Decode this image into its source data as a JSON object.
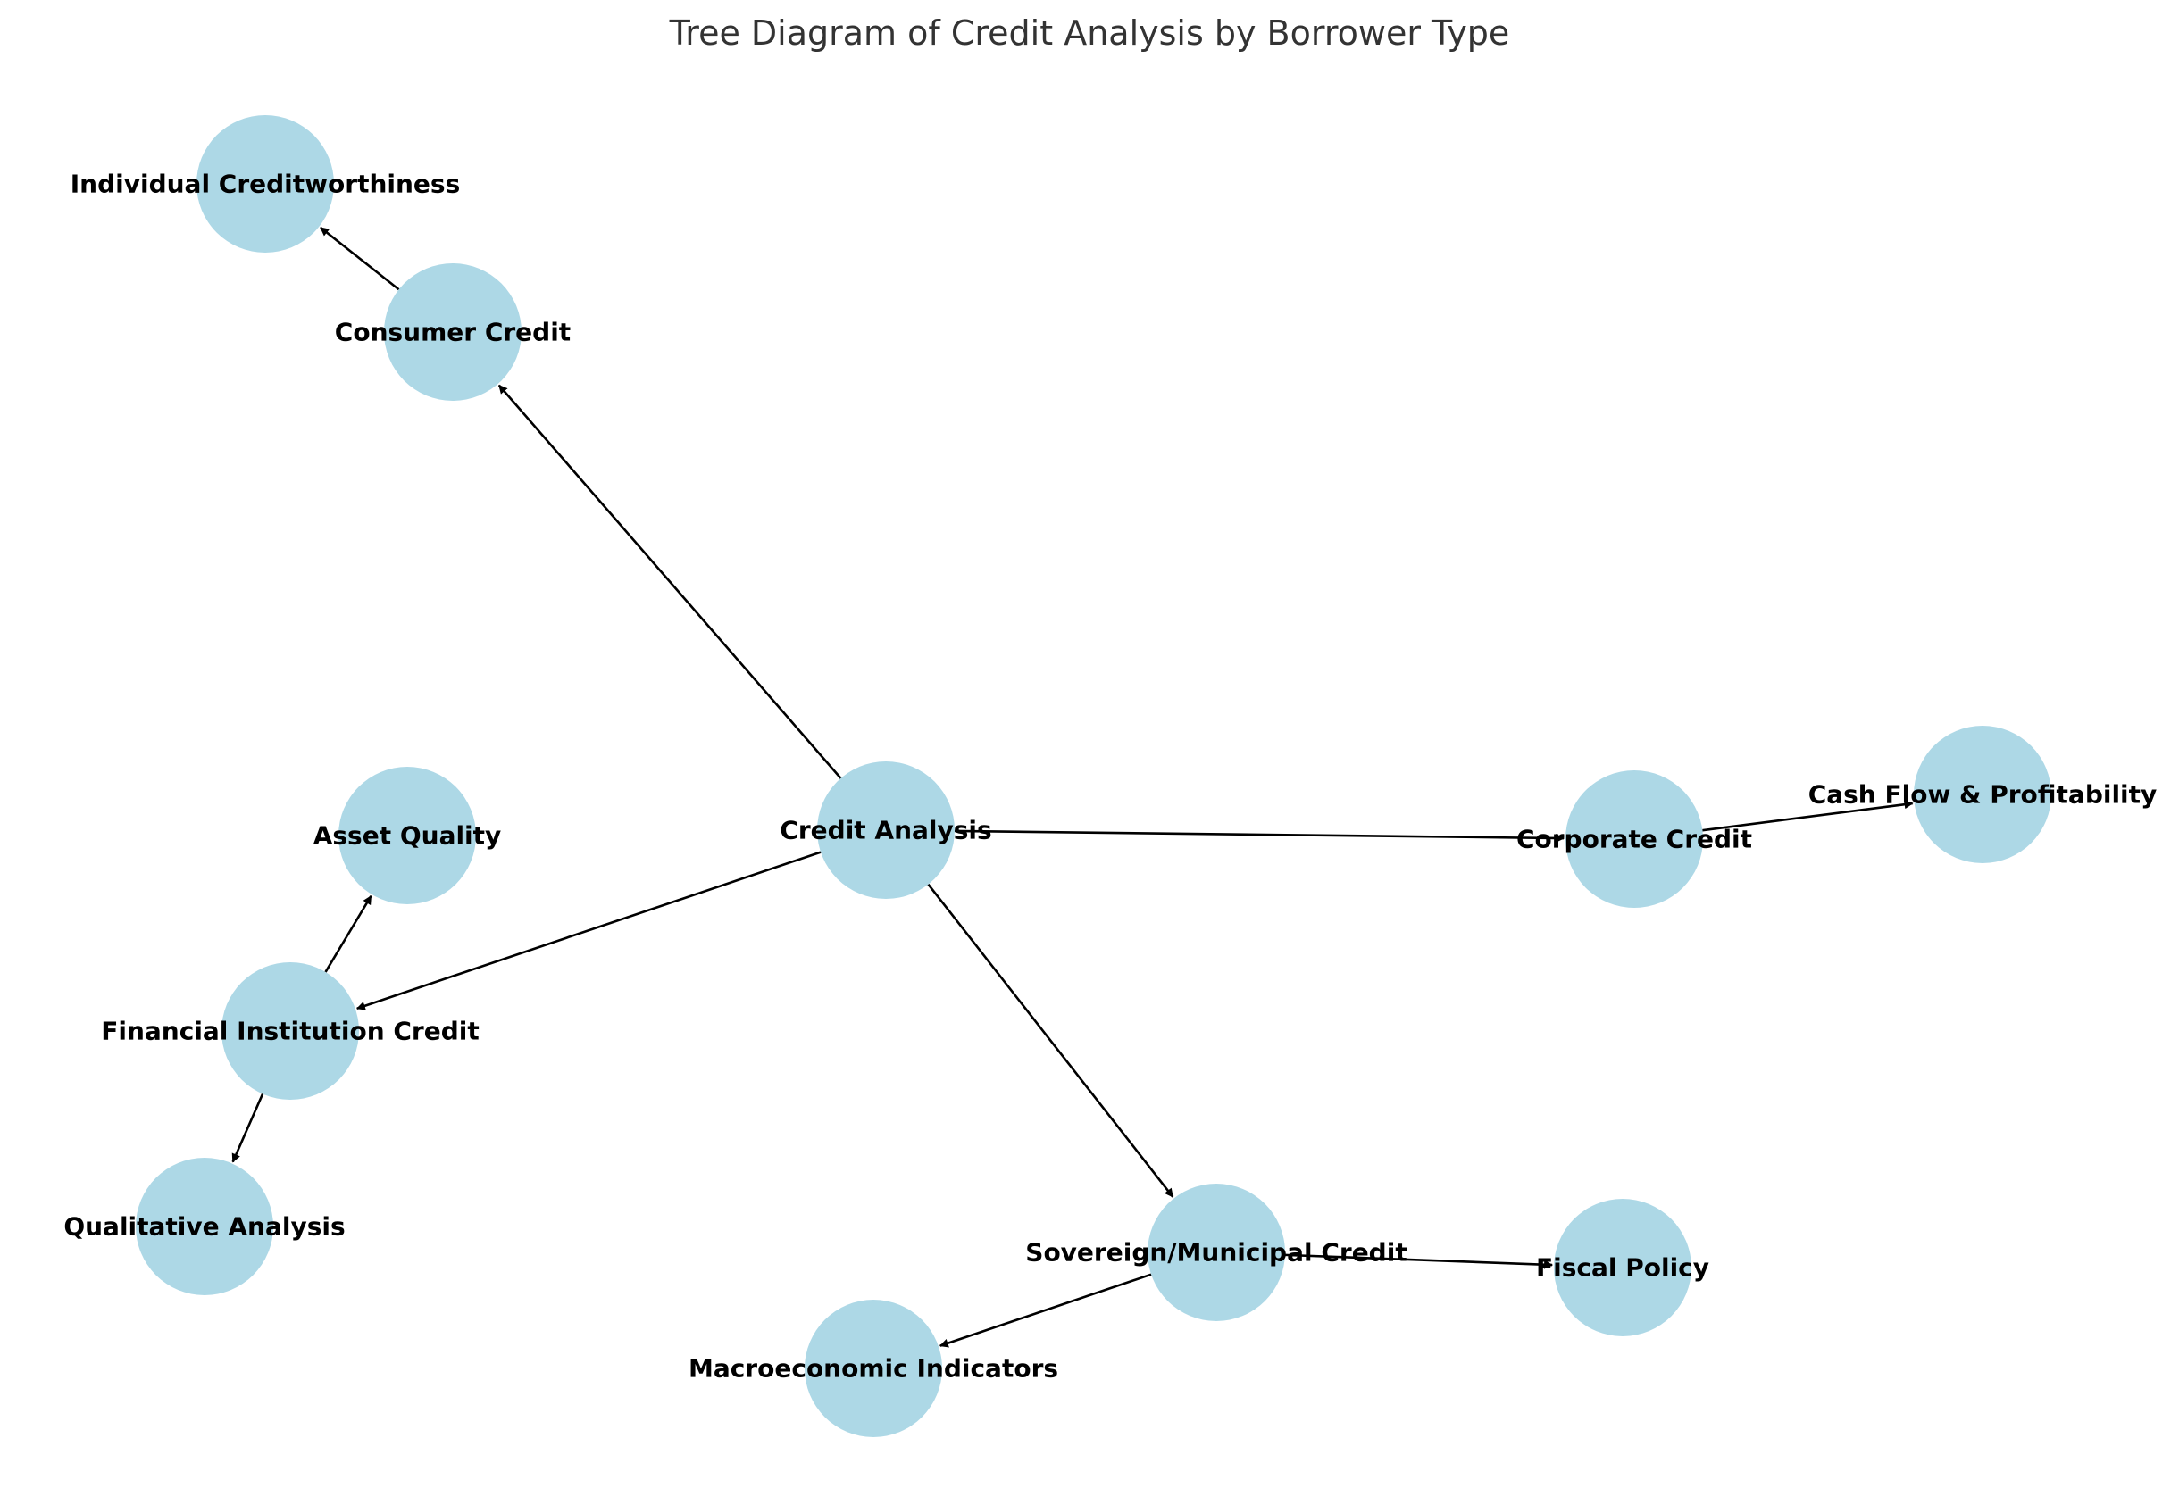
{
  "title": "Tree Diagram of Credit Analysis by Borrower Type",
  "colors": {
    "node_fill": "#add8e6",
    "edge": "#000000",
    "label": "#000000",
    "title": "#333333"
  },
  "nodes": [
    {
      "id": "credit_analysis",
      "label": "Credit Analysis"
    },
    {
      "id": "consumer_credit",
      "label": "Consumer Credit"
    },
    {
      "id": "individual_creditworthiness",
      "label": "Individual Creditworthiness"
    },
    {
      "id": "corporate_credit",
      "label": "Corporate Credit"
    },
    {
      "id": "cash_flow_profitability",
      "label": "Cash Flow & Profitability"
    },
    {
      "id": "financial_institution_credit",
      "label": "Financial Institution Credit"
    },
    {
      "id": "asset_quality",
      "label": "Asset Quality"
    },
    {
      "id": "qualitative_analysis",
      "label": "Qualitative Analysis"
    },
    {
      "id": "sovereign_municipal_credit",
      "label": "Sovereign/Municipal Credit"
    },
    {
      "id": "fiscal_policy",
      "label": "Fiscal Policy"
    },
    {
      "id": "macroeconomic_indicators",
      "label": "Macroeconomic Indicators"
    }
  ],
  "edges": [
    {
      "from": "credit_analysis",
      "to": "consumer_credit"
    },
    {
      "from": "consumer_credit",
      "to": "individual_creditworthiness"
    },
    {
      "from": "credit_analysis",
      "to": "corporate_credit"
    },
    {
      "from": "corporate_credit",
      "to": "cash_flow_profitability"
    },
    {
      "from": "credit_analysis",
      "to": "financial_institution_credit"
    },
    {
      "from": "financial_institution_credit",
      "to": "asset_quality"
    },
    {
      "from": "financial_institution_credit",
      "to": "qualitative_analysis"
    },
    {
      "from": "credit_analysis",
      "to": "sovereign_municipal_credit"
    },
    {
      "from": "sovereign_municipal_credit",
      "to": "fiscal_policy"
    },
    {
      "from": "sovereign_municipal_credit",
      "to": "macroeconomic_indicators"
    }
  ]
}
